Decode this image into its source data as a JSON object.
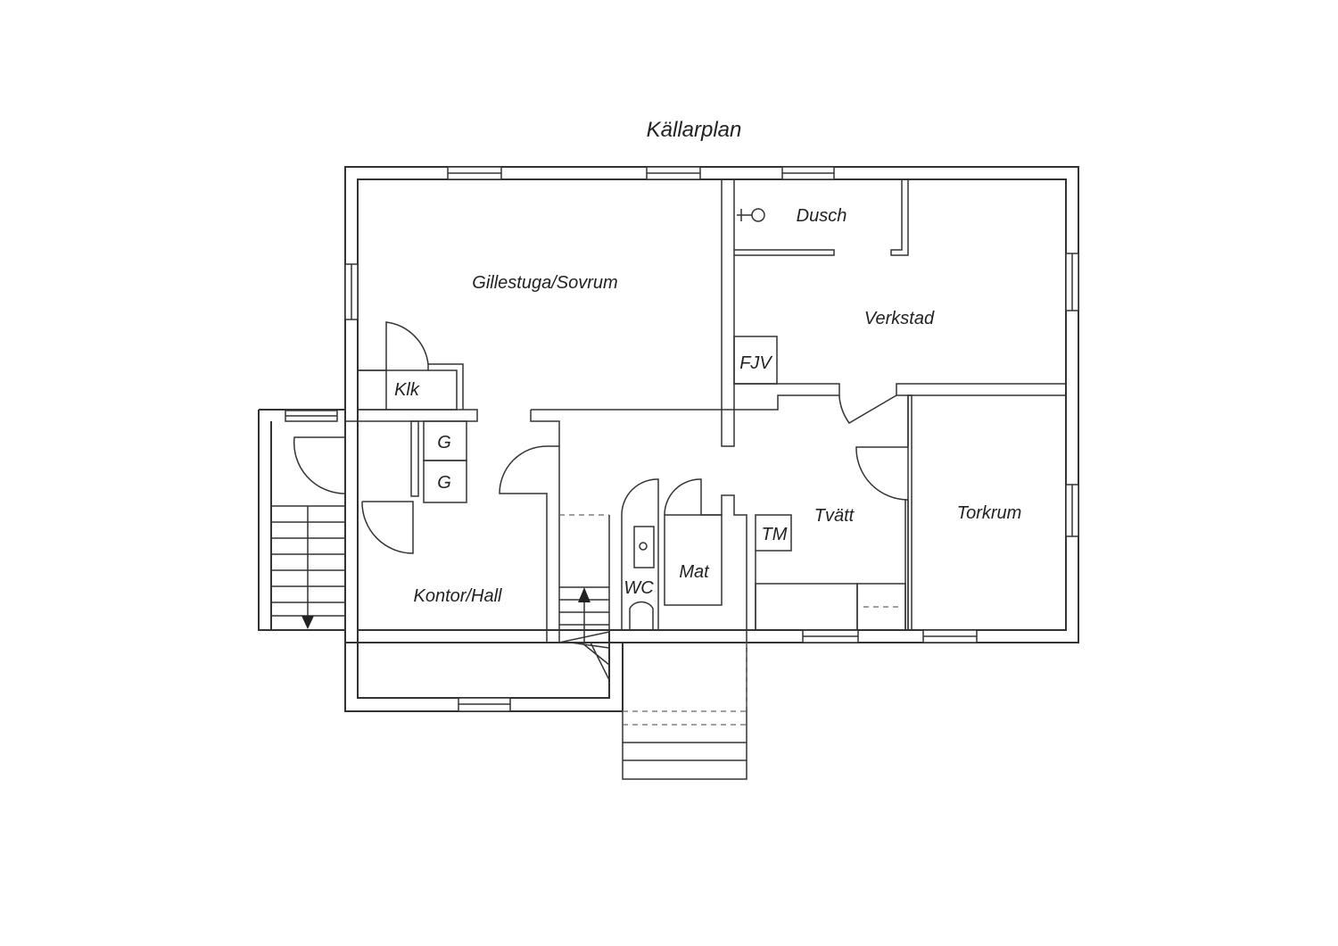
{
  "title": "Källarplan",
  "rooms": {
    "gillestuga": "Gillestuga/Sovrum",
    "dusch": "Dusch",
    "verkstad": "Verkstad",
    "fjv": "FJV",
    "klk": "Klk",
    "g1": "G",
    "g2": "G",
    "kontor": "Kontor/Hall",
    "tvatt": "Tvätt",
    "tm": "TM",
    "torkrum": "Torkrum",
    "mat": "Mat",
    "wc": "WC"
  },
  "colors": {
    "line": "#333333",
    "background": "#ffffff"
  }
}
